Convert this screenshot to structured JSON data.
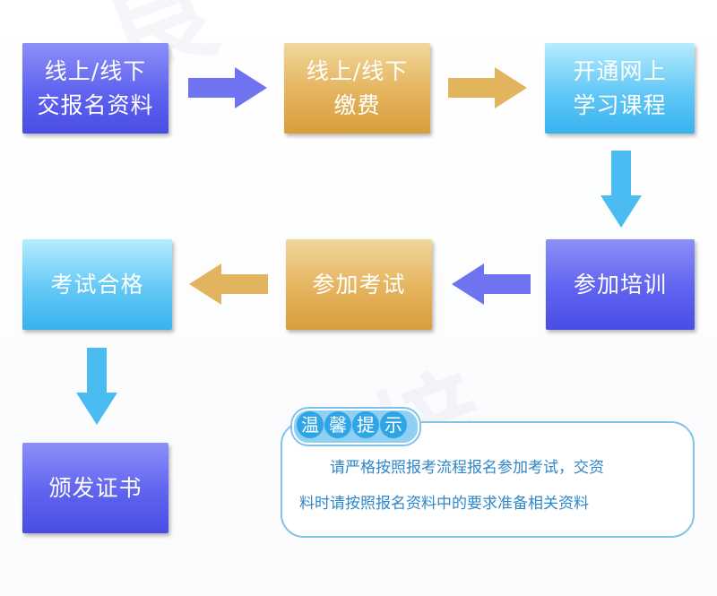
{
  "flow": {
    "step_apply": {
      "line1": "线上/线下",
      "line2": "交报名资料"
    },
    "step_pay": {
      "line1": "线上/线下",
      "line2": "缴费"
    },
    "step_course": {
      "line1": "开通网上",
      "line2": "学习课程"
    },
    "step_train": {
      "label": "参加培训"
    },
    "step_exam": {
      "label": "参加考试"
    },
    "step_pass": {
      "label": "考试合格"
    },
    "step_cert": {
      "label": "颁发证书"
    }
  },
  "tip": {
    "title_chars": [
      "温",
      "馨",
      "提",
      "示"
    ],
    "line1": "请严格按照报考流程报名参加考试，交资",
    "line2": "料时请按照报名资料中的要求准备相关资料"
  },
  "colors": {
    "blue": "#5f63ef",
    "gold": "#e4b35d",
    "cyan": "#62c8f6",
    "tip_accent": "#2fa4e6",
    "tip_text": "#2f86c8"
  }
}
